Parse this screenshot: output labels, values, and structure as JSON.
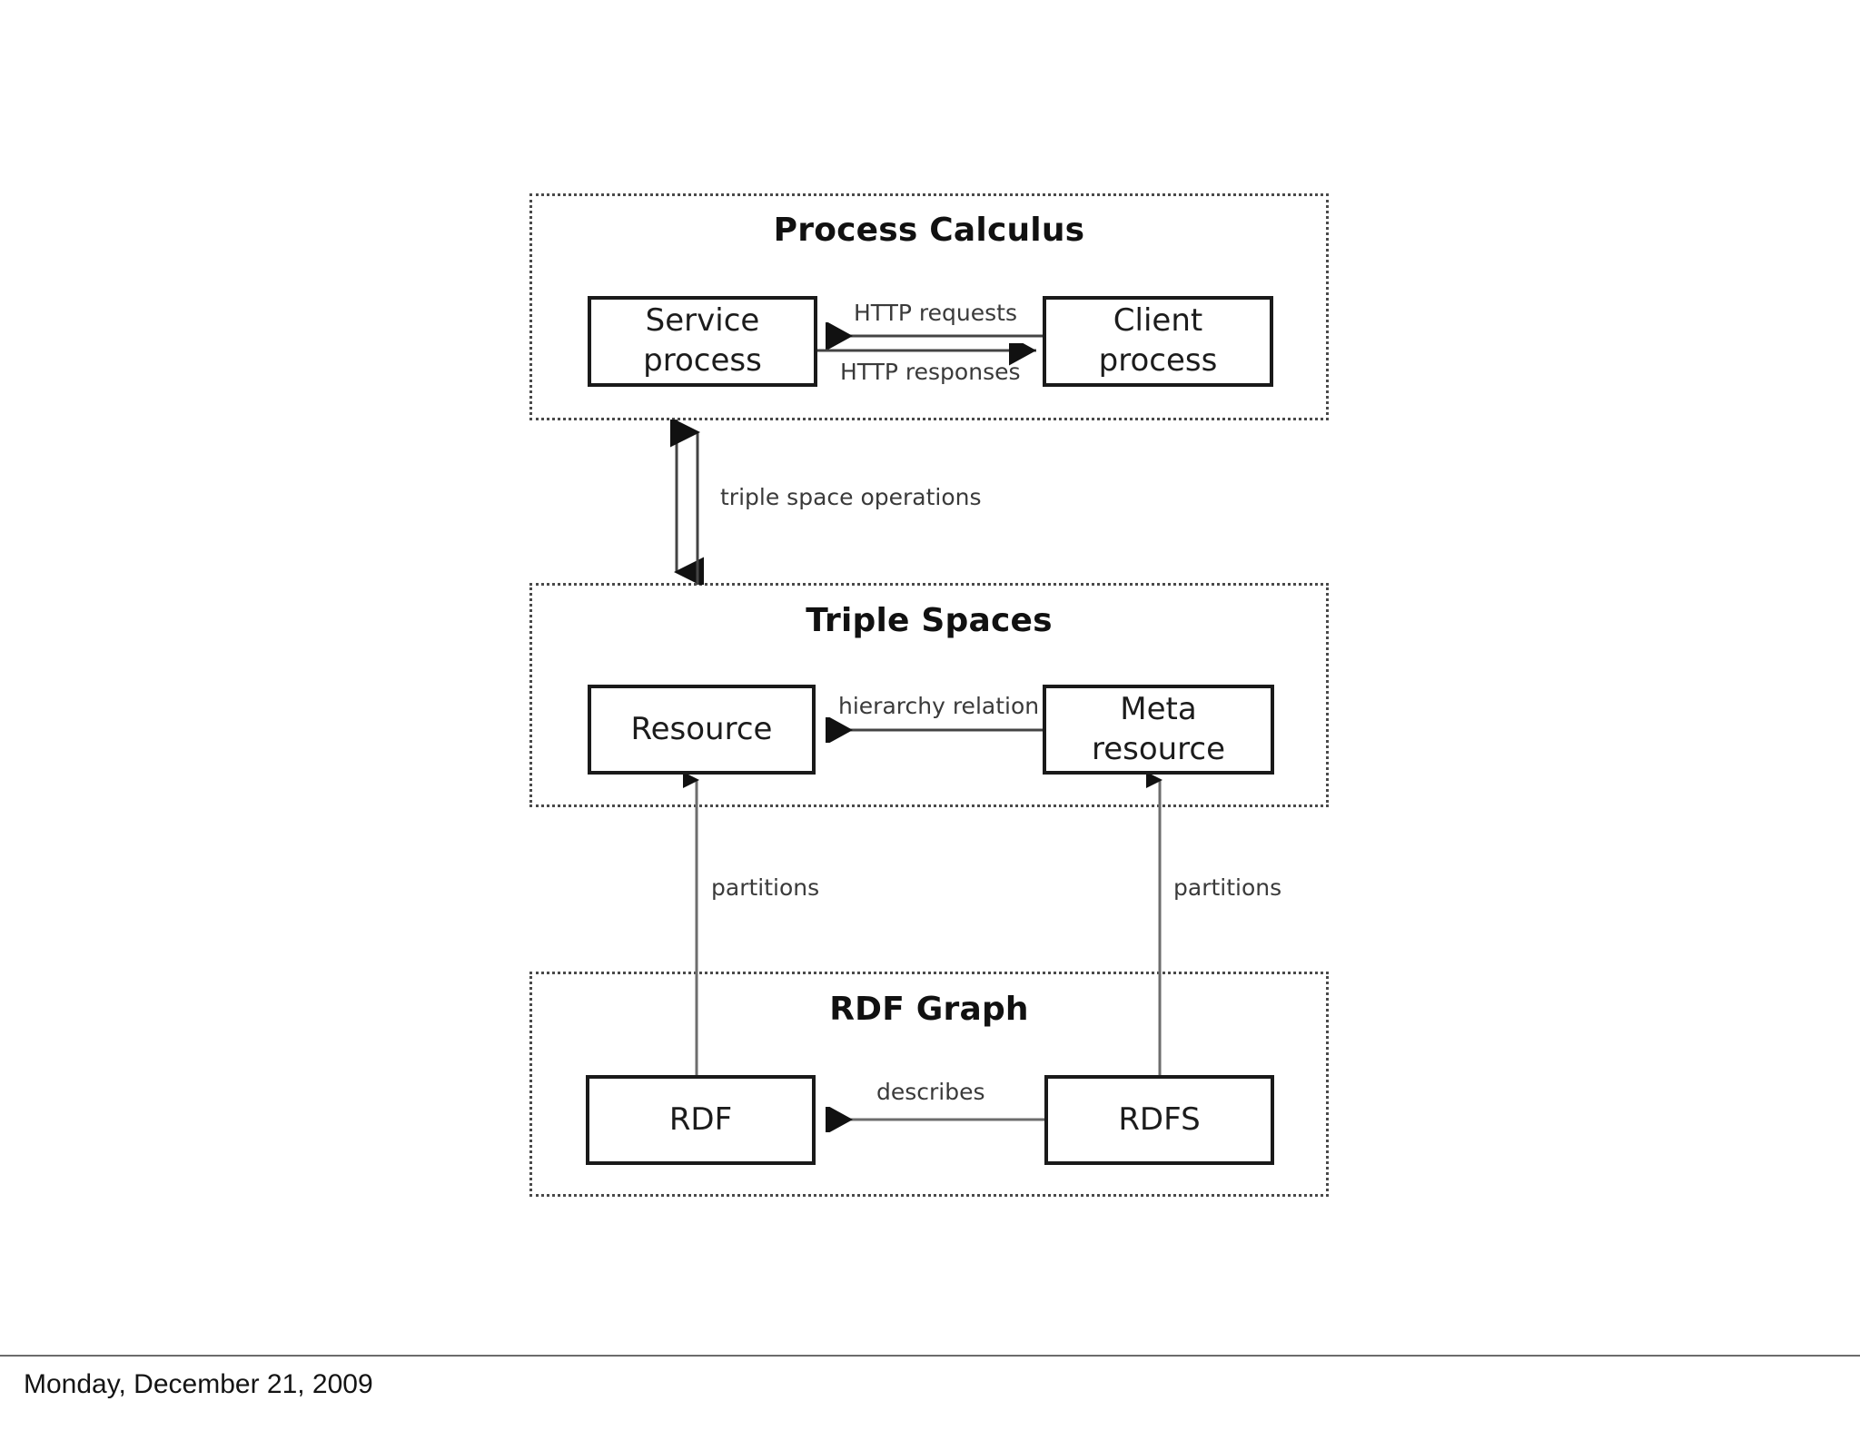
{
  "slide": {
    "groups": [
      {
        "id": "process-calculus",
        "title": "Process Calculus",
        "nodes": [
          {
            "id": "service-process",
            "label": "Service\nprocess"
          },
          {
            "id": "client-process",
            "label": "Client\nprocess"
          }
        ],
        "edges": [
          {
            "id": "http-requests",
            "label": "HTTP requests"
          },
          {
            "id": "http-responses",
            "label": "HTTP responses"
          }
        ]
      },
      {
        "id": "triple-spaces",
        "title": "Triple Spaces",
        "nodes": [
          {
            "id": "resource",
            "label": "Resource"
          },
          {
            "id": "meta-resource",
            "label": "Meta\nresource"
          }
        ],
        "edges": [
          {
            "id": "hierarchy-relation",
            "label": "hierarchy relation"
          }
        ]
      },
      {
        "id": "rdf-graph",
        "title": "RDF Graph",
        "nodes": [
          {
            "id": "rdf",
            "label": "RDF"
          },
          {
            "id": "rdfs",
            "label": "RDFS"
          }
        ],
        "edges": [
          {
            "id": "describes",
            "label": "describes"
          }
        ]
      }
    ],
    "inter_group_edges": [
      {
        "id": "triple-space-operations",
        "label": "triple space operations"
      },
      {
        "id": "partitions-left",
        "label": "partitions"
      },
      {
        "id": "partitions-right",
        "label": "partitions"
      }
    ]
  },
  "footer": {
    "date": "Monday, December 21, 2009"
  },
  "colors": {
    "node_border": "#1a1a1a",
    "group_border": "#4a4a4a",
    "text": "#1c1c1c",
    "label_text": "#3a3a3a",
    "background": "#ffffff"
  }
}
